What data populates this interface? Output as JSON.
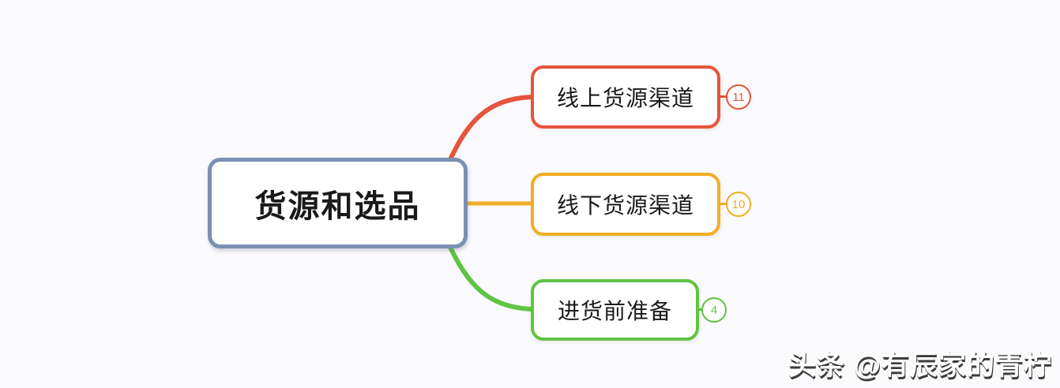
{
  "diagram": {
    "type": "mindmap",
    "root": {
      "label": "货源和选品"
    },
    "branches": [
      {
        "label": "线上货源渠道",
        "badge": "11",
        "color": "#e5543c"
      },
      {
        "label": "线下货源渠道",
        "badge": "10",
        "color": "#f1ad24"
      },
      {
        "label": "进货前准备",
        "badge": "4",
        "color": "#5ec443"
      }
    ]
  },
  "colors": {
    "background": "#faf9fb",
    "root_border": "#7b90b2",
    "node_fill": "#ffffff",
    "text": "#1a1a1a",
    "watermark_text": "#ffffff",
    "watermark_shadow": "#3b3b3b"
  },
  "watermark": {
    "text": "头条 @有辰家的青柠"
  }
}
